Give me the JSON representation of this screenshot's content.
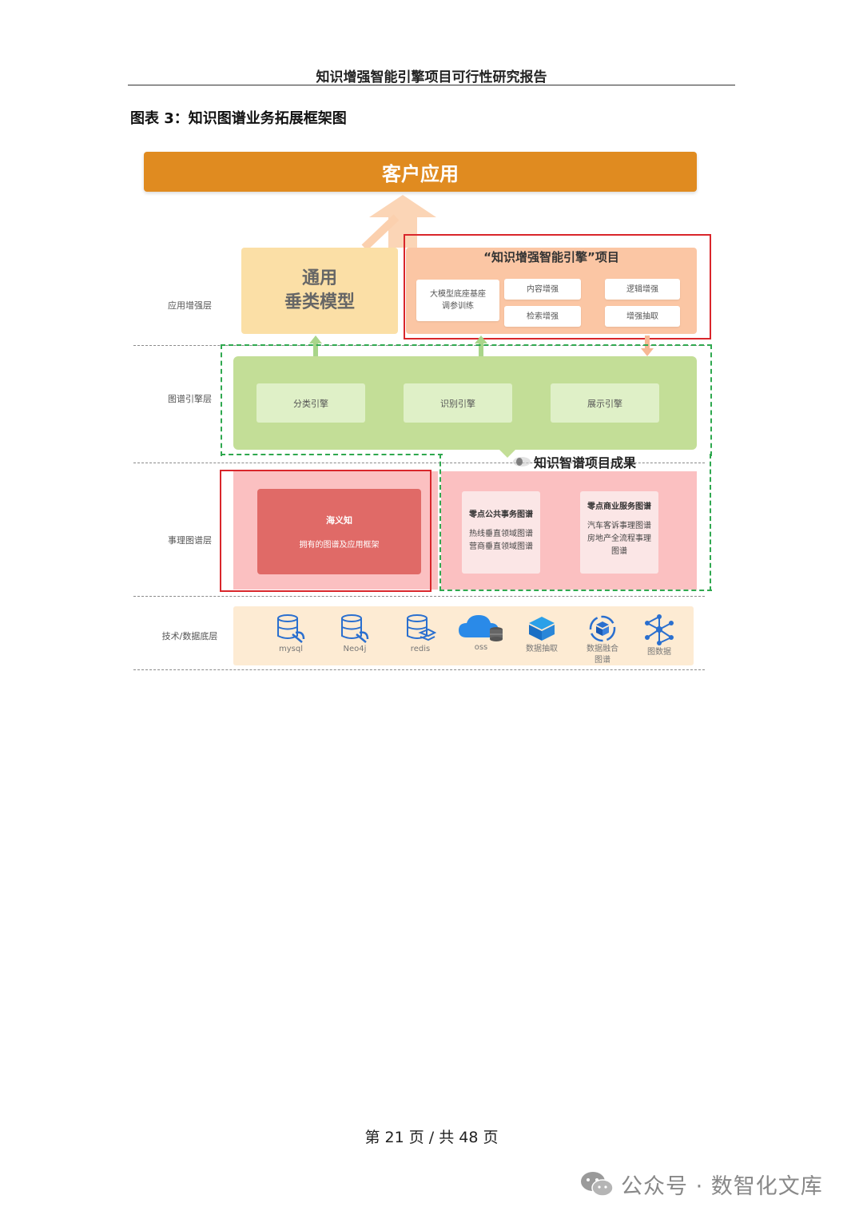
{
  "header": {
    "title": "知识增强智能引擎项目可行性研究报告"
  },
  "figure": {
    "caption": "图表 3：知识图谱业务拓展框架图",
    "top_banner": "客户应用",
    "layer_labels": [
      "应用增强层",
      "图谱引擎层",
      "事理图谱层",
      "技术/数据底层"
    ],
    "generic_model": {
      "line1": "通用",
      "line2": "垂类模型"
    },
    "project": {
      "title": "“知识增强智能引擎”项目",
      "chip_main_line1": "大模型底座基座",
      "chip_main_line2": "调参训练",
      "chips": [
        "内容增强",
        "逻辑增强",
        "检索增强",
        "增强抽取"
      ]
    },
    "engines": [
      "分类引擎",
      "识别引擎",
      "展示引擎"
    ],
    "result_title": "知识智谱项目成果",
    "haiyizhi": {
      "title": "海义知",
      "subtitle": "拥有的图谱及应用框架"
    },
    "public_card": {
      "title": "零点公共事务图谱",
      "line1": "热线垂直领域图谱",
      "line2": "营商垂直领域图谱"
    },
    "business_card": {
      "title": "零点商业服务图谱",
      "line1": "汽车客诉事理图谱",
      "line2": "房地产全流程事理",
      "line3": "图谱"
    },
    "tech_items": [
      {
        "label": "mysql",
        "icon": "database-icon"
      },
      {
        "label": "Neo4j",
        "icon": "database-icon"
      },
      {
        "label": "redis",
        "icon": "database-stack-icon"
      },
      {
        "label": "oss",
        "icon": "cloud-storage-icon"
      },
      {
        "label": "数据抽取",
        "icon": "cube-icon"
      },
      {
        "label": "数据融合",
        "label2": "图谱",
        "icon": "fusion-icon"
      },
      {
        "label": "图数据",
        "icon": "graph-network-icon"
      }
    ],
    "colors": {
      "banner": "#e08b20",
      "accent_blue": "#2a6fcf",
      "red_frame": "#d9262b",
      "green_frame": "#2fa84f"
    }
  },
  "footer": {
    "page": "第 21 页 / 共 48 页"
  },
  "watermark": {
    "text": "公众号 · 数智化文库"
  }
}
